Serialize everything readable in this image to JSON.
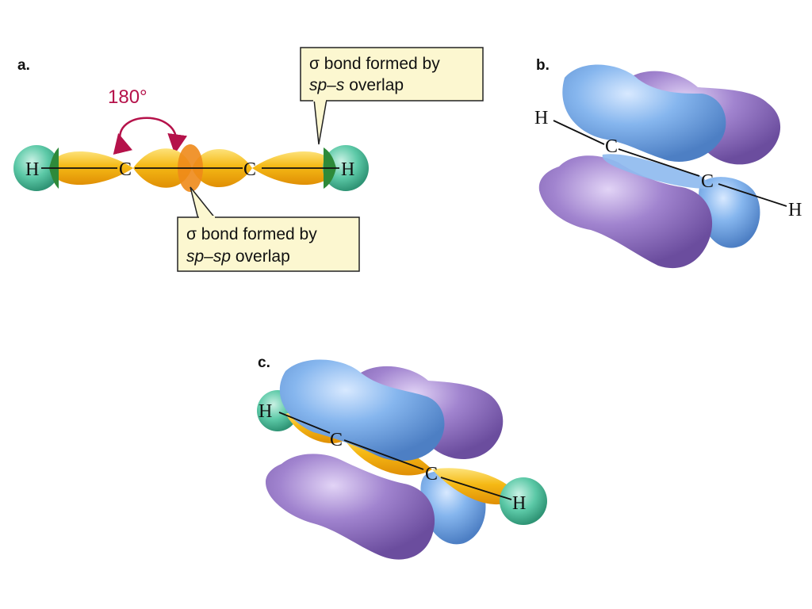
{
  "panels": {
    "a": {
      "label": "a.",
      "angle_label": "180°",
      "atoms": {
        "h_left": "H",
        "c_left": "C",
        "c_right": "C",
        "h_right": "H"
      },
      "callout_sps": {
        "line1": "σ bond formed by",
        "line2_italic": "sp–s",
        "line2_rest": " overlap"
      },
      "callout_spsp": {
        "line1": "σ bond formed by",
        "line2_italic": "sp–sp",
        "line2_rest": " overlap"
      }
    },
    "b": {
      "label": "b.",
      "atoms": {
        "h_left": "H",
        "c_left": "C",
        "c_right": "C",
        "h_right": "H"
      }
    },
    "c": {
      "label": "c.",
      "atoms": {
        "h_left": "H",
        "c_left": "C",
        "c_right": "C",
        "h_right": "H"
      }
    }
  },
  "colors": {
    "sp_orbital": "#f2b410",
    "s_orbital": "#5cc9a7",
    "p_orbital_blue": "#7fb0ec",
    "p_orbital_purple": "#9b7fc8",
    "angle_arrow": "#b5124a",
    "callout_fill": "#fcf7d0"
  }
}
